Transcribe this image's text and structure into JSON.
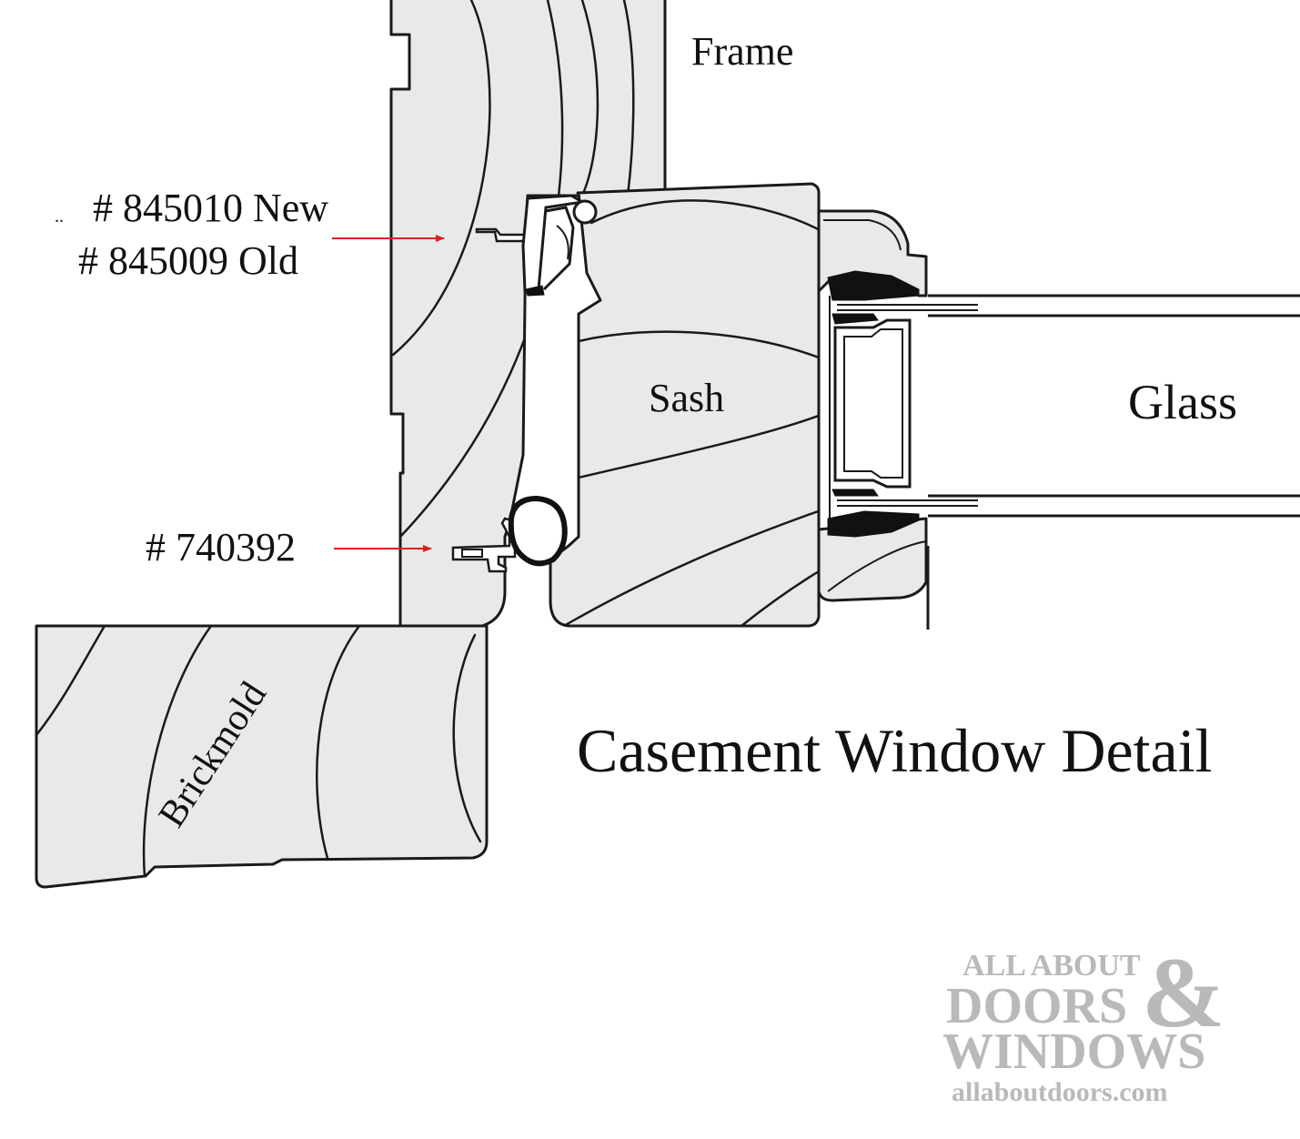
{
  "title": "Casement Window Detail",
  "labels": {
    "frame": "Frame",
    "sash": "Sash",
    "glass": "Glass",
    "brickmold": "Brickmold",
    "part_new": "# 845010 New",
    "part_old": "# 845009 Old",
    "part_bottom": "# 740392",
    "stray_mark": ".."
  },
  "watermark": {
    "line1": "ALL ABOUT",
    "line2": "DOORS",
    "ampersand": "&",
    "line3": "WINDOWS",
    "url": "allaboutdoors.com"
  },
  "colors": {
    "wood_fill": "#e8e9eb",
    "outline": "#1a1a1a",
    "arrow": "#e02020",
    "watermark": "#b9b9b9"
  }
}
